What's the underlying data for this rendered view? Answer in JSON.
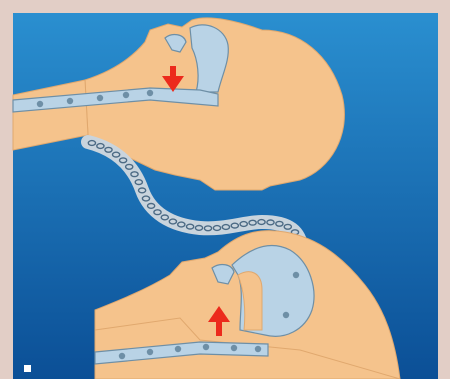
{
  "diagram": {
    "figures": [
      {
        "position": "upper",
        "airway_state": "open",
        "arrow_direction": "down",
        "arrow_icon": "arrow-down-icon"
      },
      {
        "position": "lower",
        "airway_state": "blocked",
        "arrow_direction": "up",
        "arrow_icon": "arrow-up-icon"
      }
    ],
    "connector": "breathing-hose",
    "colors": {
      "frame": "#e2cec6",
      "background_top": "#2a8fd0",
      "background_bottom": "#0b4f96",
      "skin": "#f5c38c",
      "airway": "#b9d3e6",
      "airway_dark": "#6e8fa6",
      "arrow": "#ec2a1c",
      "hose": "#c9d4dd",
      "hose_link": "#4c6a84"
    }
  }
}
